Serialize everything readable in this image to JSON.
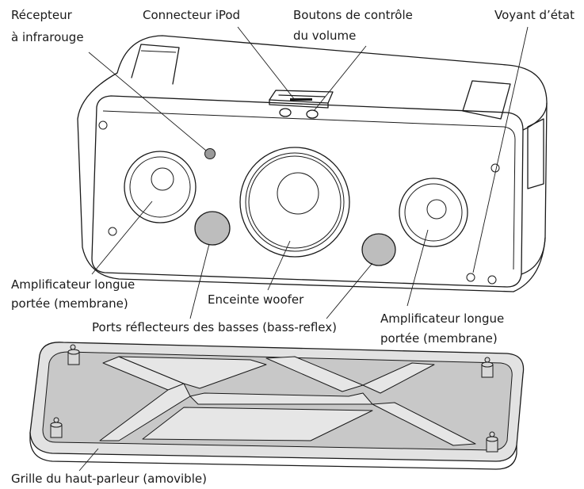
{
  "labels": {
    "ir_receiver_line1": "Récepteur",
    "ir_receiver_line2": "à infrarouge",
    "ipod_connector": "Connecteur iPod",
    "volume_buttons_line1": "Boutons de contrôle",
    "volume_buttons_line2": "du volume",
    "status_light": "Voyant d’état",
    "tweeter_left_line1": "Amplificateur longue",
    "tweeter_left_line2": "portée (membrane)",
    "woofer": "Enceinte woofer",
    "bass_ports": "Ports réflecteurs des basses (bass-reflex)",
    "tweeter_right_line1": "Amplificateur longue",
    "tweeter_right_line2": "portée (membrane)",
    "grille": "Grille du haut-parleur (amovible)"
  },
  "colors": {
    "outline": "#1a1a1a",
    "port_fill": "#bdbdbd",
    "grille_mesh": "#c8c8c8",
    "grille_frame": "#e2e2e2"
  }
}
